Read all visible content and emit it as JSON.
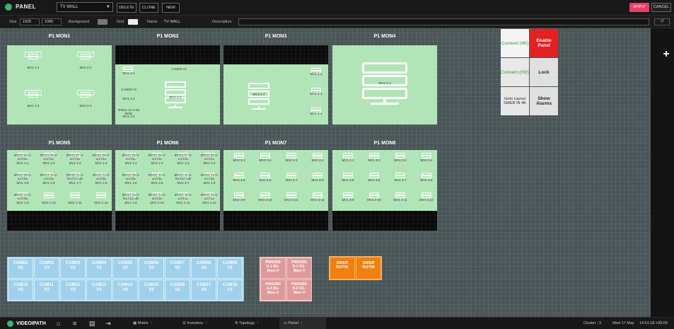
{
  "header": {
    "title": "PANEL",
    "layout_select": "TV WALL",
    "delete": "DELETE",
    "clone": "CLONE",
    "new": "NEW",
    "apply": "APPLY",
    "cancel": "CANCEL"
  },
  "props": {
    "size_label": "Size",
    "size_w": "1920",
    "size_h": "1080",
    "background_label": "Background",
    "grid_label": "Grid",
    "name_label": "Name",
    "name_value": "TV WALL",
    "description_label": "Description",
    "description_value": ""
  },
  "monitors": {
    "m1": "P1 MON1",
    "m2": "P1 MON2",
    "m3": "P1 MON3",
    "m4": "P1 MON4",
    "m5": "P1 MON5",
    "m6": "P1 MON6",
    "m7": "P1 MON7",
    "m8": "P1 MON8"
  },
  "mon1": [
    "MV2 2-1",
    "MV2 2-2",
    "MV2 2-3",
    "MV2 2-4"
  ],
  "mon2": {
    "top": "CAM03 V1",
    "left": [
      "MV1 2-2",
      "CAM03 V2",
      "MV1 2-3",
      "IPG51-14 V-3G MON",
      "MV1 2-4"
    ],
    "center": "MV1 2-1"
  },
  "mon3": {
    "center": "MV2 4-1",
    "right": [
      "MV2 4-2",
      "MV2 4-3",
      "MV2 4-4"
    ]
  },
  "mon4": {
    "center": "MV1 4-1"
  },
  "mon5": [
    [
      "IPG51-05 V-EXT01",
      "MV1 1-1"
    ],
    [
      "IPG51-06 V-EXT02",
      "MV1 1-2"
    ],
    [
      "IPG51-07 V-EXT03",
      "MV1 1-3"
    ],
    [
      "IPG51-08 V-EXT04",
      "MV1 1-4"
    ],
    [
      "IPG51-09 V-EXT05",
      "MV1 1-5"
    ],
    [
      "IPG51-10 V-EXT06",
      "MV1 1-6"
    ],
    [
      "IPG51-11 V-EXT07-HD",
      "MV1 1-7"
    ],
    [
      "IPG51-12 V-EXT08",
      "MV1 1-8"
    ],
    [
      "IPG51-13 V-EXT09",
      "MV1 1-9"
    ],
    [
      "",
      "MV2 1-10"
    ],
    [
      "",
      "MV2 1-11"
    ],
    [
      "",
      "MV2 1-12"
    ]
  ],
  "mon6": [
    [
      "IPG51-05 V-EXT01",
      "MV1 1-1"
    ],
    [
      "IPG51-06 V-EXT02",
      "MV1 1-2"
    ],
    [
      "IPG51-07 V-EXT03",
      "MV1 1-3"
    ],
    [
      "IPG51-08 V-EXT04",
      "MV1 1-4"
    ],
    [
      "IPG51-09 V-EXT05",
      "MV1 1-5"
    ],
    [
      "IPG51-10 V-EXT06",
      "MV1 1-6"
    ],
    [
      "IPG51-11 V-EXT07-HD",
      "MV1 1-7"
    ],
    [
      "IPG51-12 V-EXT08",
      "MV1 1-8"
    ],
    [
      "IPG51-14 V-EXT10-HD",
      "MV1 1-9"
    ],
    [
      "IPG51-13 V-EXT09",
      "MV1 1-10"
    ],
    [
      "IPG51-15 V-EXT11",
      "MV1 1-11"
    ],
    [
      "IPG51-16 V-EXT12",
      "MV1 1-12"
    ]
  ],
  "mon7": [
    "MV2 3-1",
    "MV2 3-2",
    "MV2 3-3",
    "MV2 3-4",
    "MV2 3-5",
    "MV2 3-6",
    "MV2 3-7",
    "MV2 3-8",
    "MV2 3-9",
    "MV2 3-10",
    "MV2 3-11",
    "MV2 3-12"
  ],
  "mon8": [
    "MV1 3-1",
    "MV1 3-2",
    "MV1 3-3",
    "MV1 3-4",
    "MV1 3-5",
    "MV1 3-6",
    "MV1 3-7",
    "MV1 3-8",
    "MV1 3-9",
    "MV1 3-10",
    "MV1 3-11",
    "MV1 3-12"
  ],
  "cams": [
    [
      "CAM01",
      "V2"
    ],
    [
      "CAM02",
      "V2"
    ],
    [
      "CAM03",
      "V2"
    ],
    [
      "CAM04",
      "V2"
    ],
    [
      "CAM05",
      "V2"
    ],
    [
      "CAM06",
      "V2"
    ],
    [
      "CAM07",
      "V2"
    ],
    [
      "CAM08",
      "V2"
    ],
    [
      "CAM09",
      "V2"
    ],
    [
      "CAM10",
      "V2"
    ],
    [
      "CAM11",
      "V2"
    ],
    [
      "CAM12",
      "V2"
    ],
    [
      "CAM13",
      "V2"
    ],
    [
      "CAM14",
      "V2"
    ],
    [
      "CAM15",
      "V2"
    ],
    [
      "CAM16",
      "V2"
    ],
    [
      "CAM17",
      "V2"
    ],
    [
      "CAM18",
      "V2"
    ]
  ],
  "pws": [
    [
      "PWS450",
      "0-1 B1-",
      "Mon-V"
    ],
    [
      "PWS450",
      "0-1 D1-",
      "Mon-V"
    ],
    [
      "PWS450",
      "0-2 B1-",
      "Mon-V"
    ],
    [
      "PWS450",
      "0-2 D1-",
      "Mon-V"
    ]
  ],
  "swers": [
    [
      "SWER",
      "OUT01"
    ],
    [
      "SWER",
      "OUT09"
    ]
  ],
  "controls": [
    "Connect (4K)",
    "Enable Panel",
    "Connect (HD)",
    "Lock",
    "Goto Layout SWER IN 4K",
    "Show Alarms"
  ],
  "footer": {
    "brand": "VIDEOIPATH",
    "tabs": [
      "Matrix",
      "Inventory",
      "Topology",
      "Panel"
    ],
    "cluster_label": "Cluster",
    "cluster_value": "3",
    "date": "Wed 17 May",
    "time": "14:51:18 +08:00"
  },
  "colors": {
    "monitor": "#b1e5b8",
    "cam": "#9fd0ec",
    "pws": "#de9a9a",
    "swer": "#f08010",
    "apply": "#e8406a",
    "enable": "#e42020",
    "connect_text": "#3a9a3a",
    "brand": "#3cb371"
  }
}
